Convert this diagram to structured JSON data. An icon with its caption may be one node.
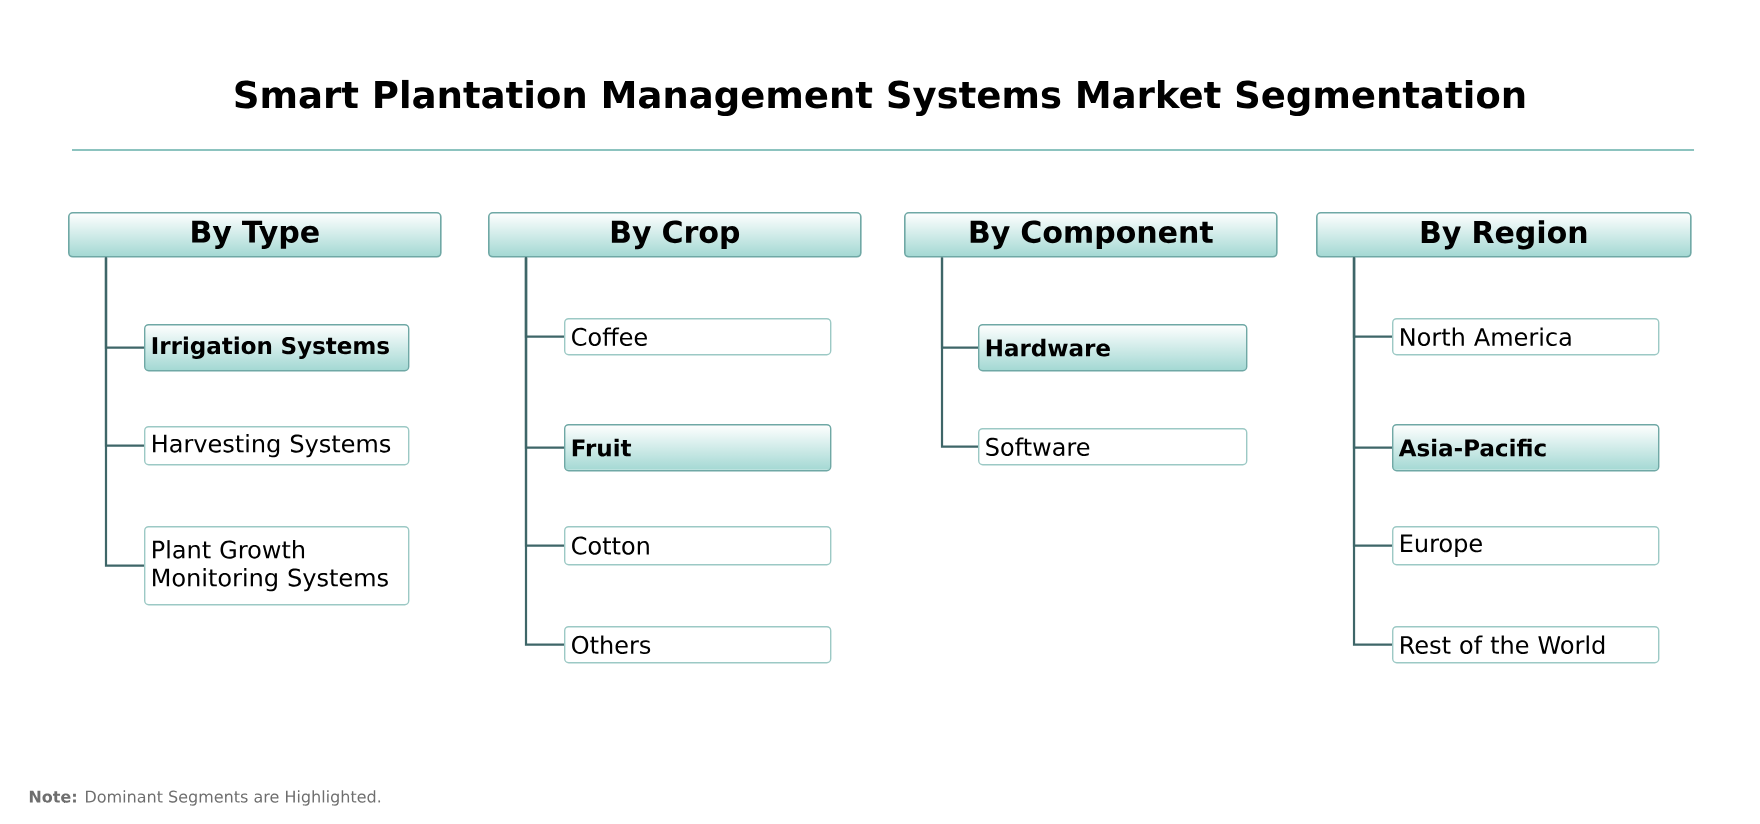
{
  "diagram": {
    "title": "Smart Plantation Management Systems Market Segmentation",
    "nodes": [
      {
        "text": [
          "By Type"
        ]
      },
      {
        "text": [
          "Irrigation Systems"
        ]
      },
      {
        "text": [
          "Harvesting Systems"
        ]
      },
      {
        "text": [
          "Plant Growth Monitoring Systems"
        ]
      },
      {
        "text": [
          "By Crop"
        ]
      },
      {
        "text": [
          "Coffee"
        ]
      },
      {
        "text": [
          "Fruit"
        ]
      },
      {
        "text": [
          "Cotton"
        ]
      },
      {
        "text": [
          "Others"
        ]
      },
      {
        "text": [
          "By Component"
        ]
      },
      {
        "text": [
          "Hardware"
        ]
      },
      {
        "text": [
          "Software"
        ]
      },
      {
        "text": [
          "By Region"
        ]
      },
      {
        "text": [
          "North America"
        ]
      },
      {
        "text": [
          "Asia-Pacific"
        ]
      },
      {
        "text": [
          "Europe"
        ]
      },
      {
        "text": [
          "Rest of the World"
        ]
      }
    ],
    "edges": [
      {
        "from": 0,
        "to": 1,
        "arrow": "none"
      },
      {
        "from": 0,
        "to": 2,
        "arrow": "none"
      },
      {
        "from": 0,
        "to": 3,
        "arrow": "none"
      },
      {
        "from": 4,
        "to": 5,
        "arrow": "none"
      },
      {
        "from": 4,
        "to": 6,
        "arrow": "none"
      },
      {
        "from": 4,
        "to": 7,
        "arrow": "none"
      },
      {
        "from": 4,
        "to": 8,
        "arrow": "none"
      },
      {
        "from": 9,
        "to": 10,
        "arrow": "none"
      },
      {
        "from": 9,
        "to": 11,
        "arrow": "none"
      },
      {
        "from": 12,
        "to": 13,
        "arrow": "none"
      },
      {
        "from": 12,
        "to": 14,
        "arrow": "none"
      },
      {
        "from": 12,
        "to": 15,
        "arrow": "none"
      },
      {
        "from": 12,
        "to": 16,
        "arrow": "none"
      }
    ],
    "labels": [
      "**Note:** Dominant Segments are Highlighted."
    ]
  }
}
